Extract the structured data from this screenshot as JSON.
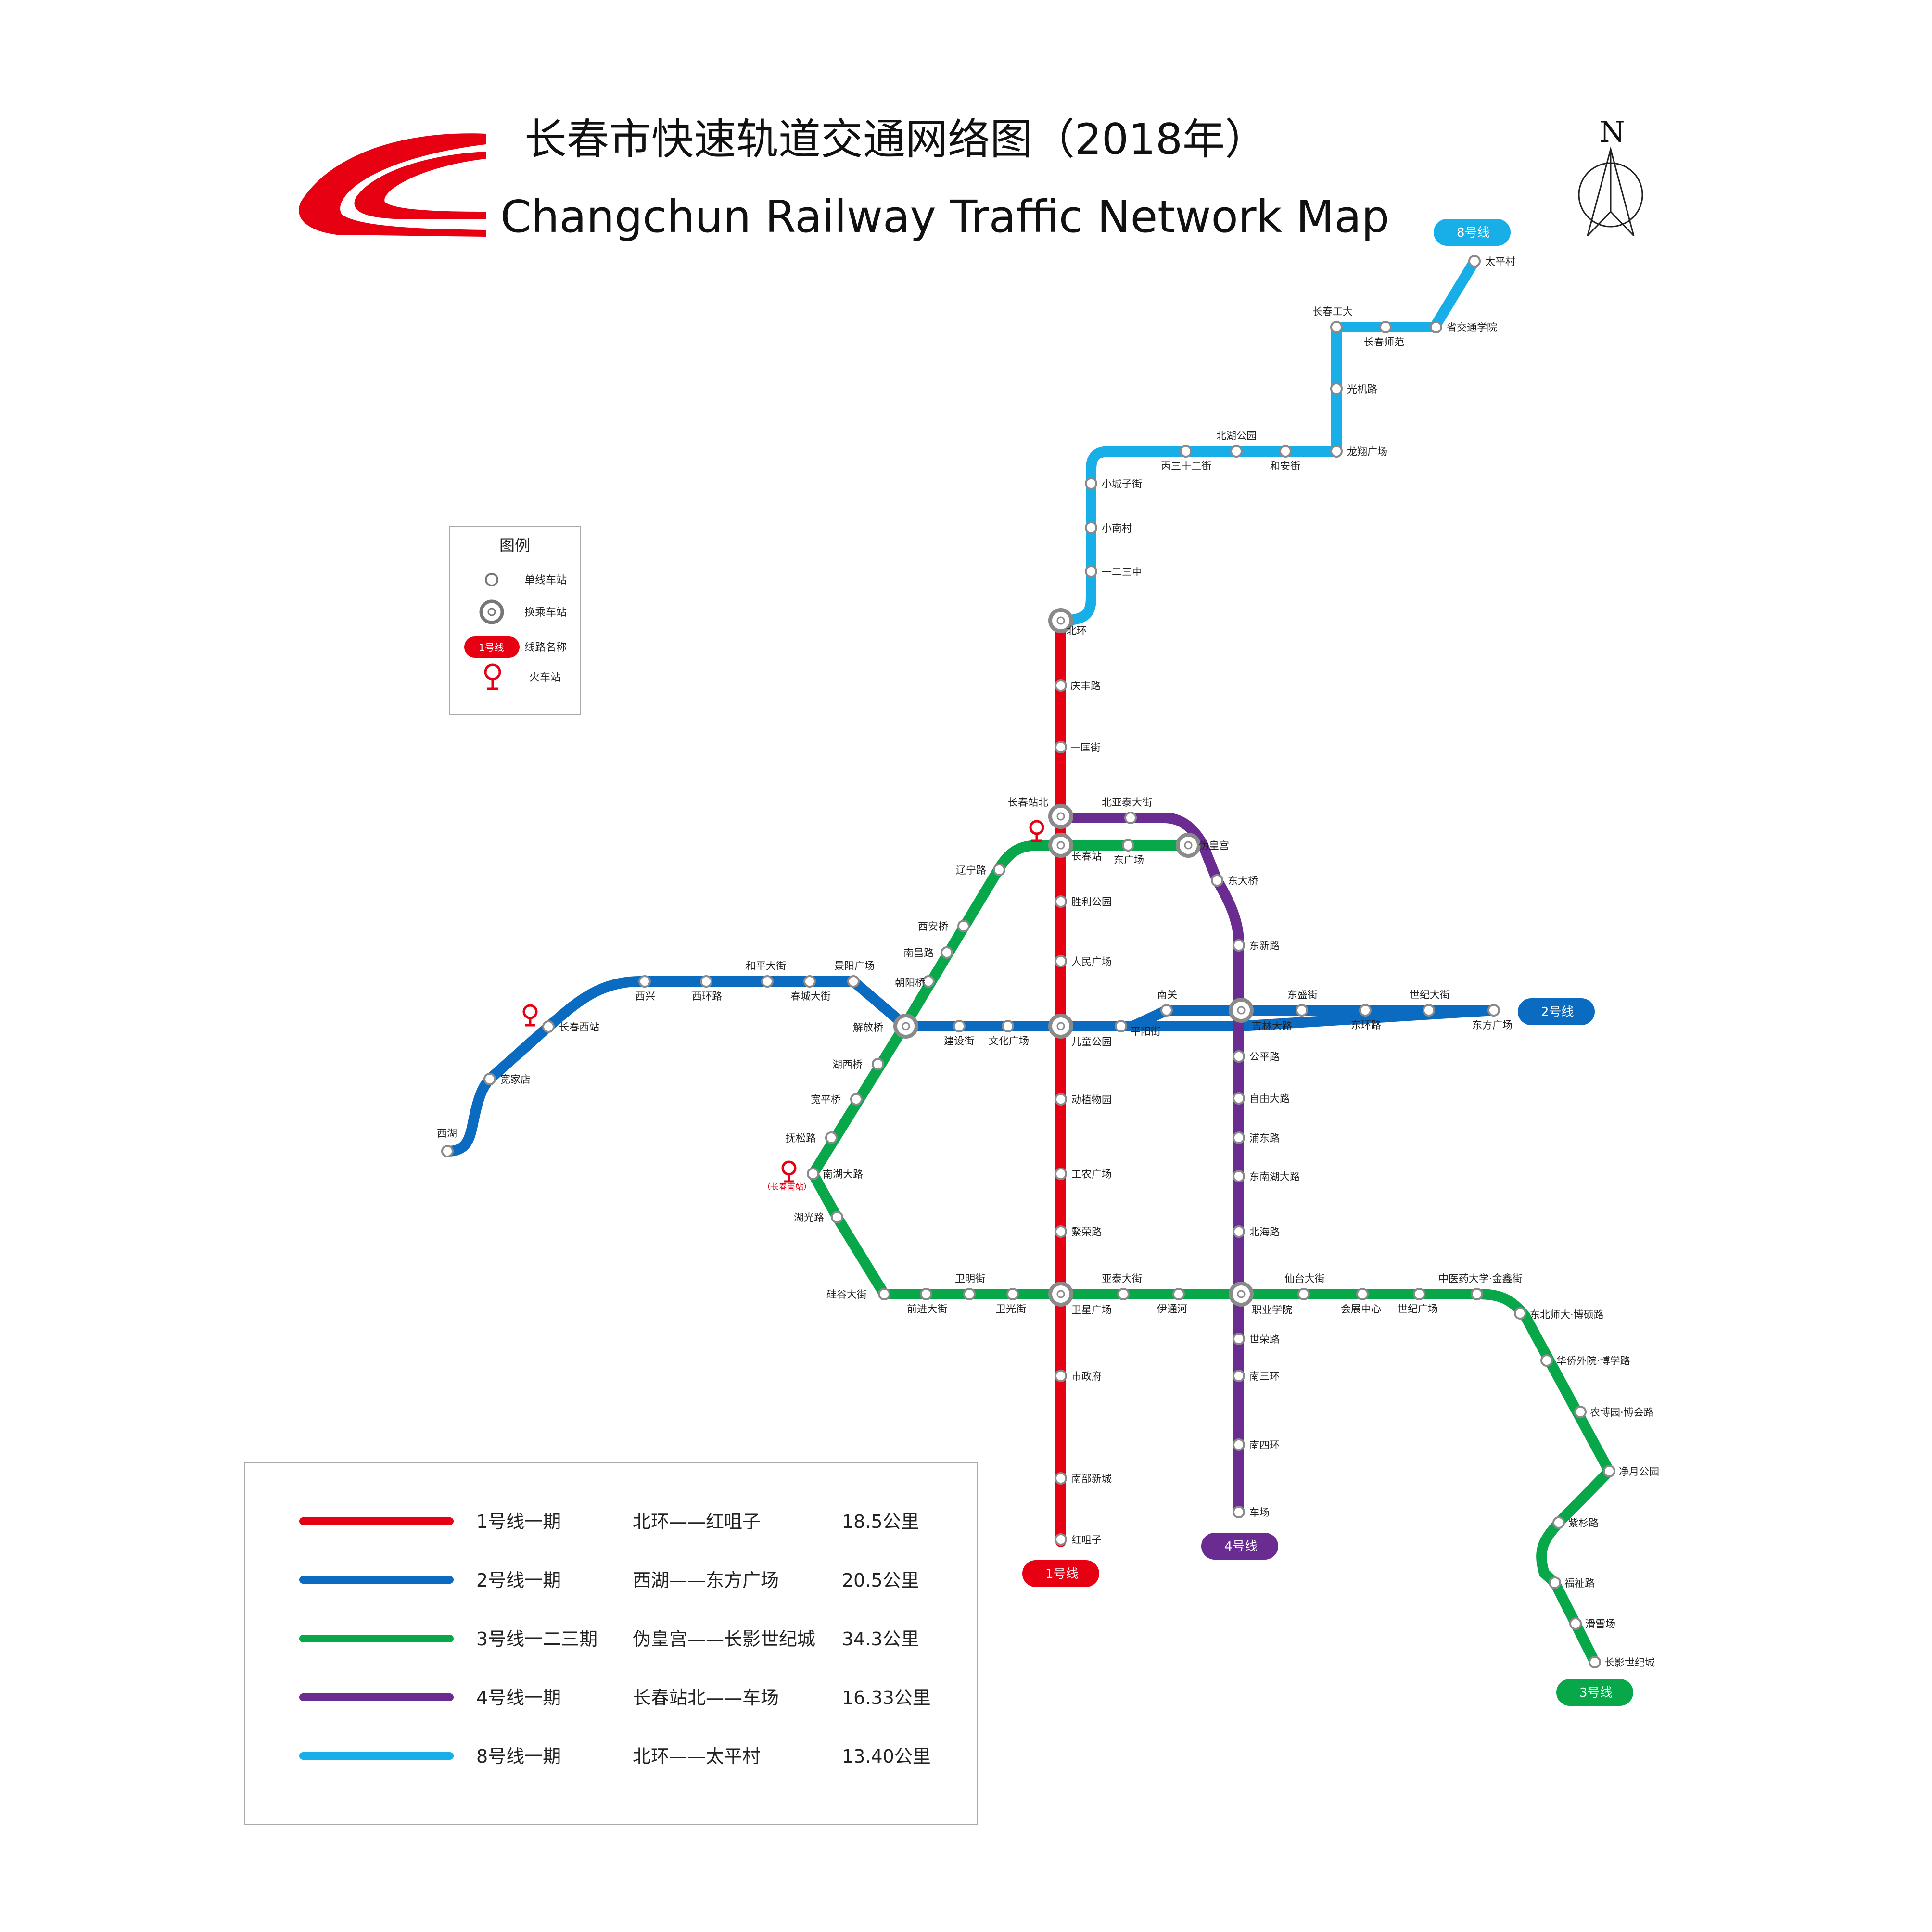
{
  "title": {
    "cn": "长春市快速轨道交通网络图（2018年）",
    "en": "Changchun Railway Traffic Network Map"
  },
  "compass": {
    "label": "N"
  },
  "legend": {
    "title": "图例",
    "items": [
      {
        "icon": "single-station-icon",
        "label": "单线车站"
      },
      {
        "icon": "transfer-station-icon",
        "label": "换乘车站"
      },
      {
        "icon": "line-badge-icon",
        "badge": "1号线",
        "label": "线路名称"
      },
      {
        "icon": "train-station-icon",
        "label": "火车站"
      }
    ]
  },
  "lines_table": [
    {
      "name": "1号线一期",
      "route": "北环——红咀子",
      "length": "18.5公里",
      "color": "#e60012"
    },
    {
      "name": "2号线一期",
      "route": "西湖——东方广场",
      "length": "20.5公里",
      "color": "#0a6bc1"
    },
    {
      "name": "3号线一二三期",
      "route": "伪皇宫——长影世纪城",
      "length": "34.3公里",
      "color": "#08a84a"
    },
    {
      "name": "4号线一期",
      "route": "长春站北——车场",
      "length": "16.33公里",
      "color": "#6a2c91"
    },
    {
      "name": "8号线一期",
      "route": "北环——太平村",
      "length": "13.40公里",
      "color": "#18aee8"
    }
  ],
  "line_badges": [
    {
      "label": "1号线",
      "color": "#e60012"
    },
    {
      "label": "2号线",
      "color": "#0a6bc1"
    },
    {
      "label": "3号线",
      "color": "#08a84a"
    },
    {
      "label": "4号线",
      "color": "#6a2c91"
    },
    {
      "label": "8号线",
      "color": "#18aee8"
    }
  ],
  "train_station_note": "（长春南站）",
  "stations": [
    "北环",
    "庆丰路",
    "一匡街",
    "长春站北",
    "长春站",
    "胜利公园",
    "人民广场",
    "儿童公园",
    "动植物园",
    "工农广场",
    "繁荣路",
    "卫星广场",
    "市政府",
    "南部新城",
    "红咀子",
    "西湖",
    "宽家店",
    "长春西站",
    "西兴",
    "西环路",
    "和平大街",
    "春城大街",
    "景阳广场",
    "朝阳桥",
    "解放桥",
    "建设街",
    "文化广场",
    "平阳街",
    "南关",
    "吉林大路",
    "东盛街",
    "东环路",
    "世纪大街",
    "东方广场",
    "伪皇宫",
    "东广场",
    "辽宁路",
    "西安桥",
    "南昌路",
    "湖西桥",
    "宽平桥",
    "抚松路",
    "南湖大路",
    "湖光路",
    "硅谷大街",
    "前进大街",
    "卫明街",
    "卫光街",
    "亚泰大街",
    "伊通河",
    "职业学院",
    "仙台大街",
    "会展中心",
    "世纪广场",
    "中医药大学·金鑫街",
    "东北师大·博硕路",
    "华侨外院·博学路",
    "农博园·博会路",
    "净月公园",
    "紫杉路",
    "福祉路",
    "滑雪场",
    "长影世纪城",
    "北亚泰大街",
    "东大桥",
    "东新路",
    "公平路",
    "自由大路",
    "浦东路",
    "东南湖大路",
    "北海路",
    "世荣路",
    "南三环",
    "南四环",
    "车场",
    "一二三中",
    "小南村",
    "小城子街",
    "丙三十二街",
    "北湖公园",
    "和安街",
    "龙翔广场",
    "光机路",
    "长春工大",
    "长春师范",
    "省交通学院",
    "太平村"
  ]
}
